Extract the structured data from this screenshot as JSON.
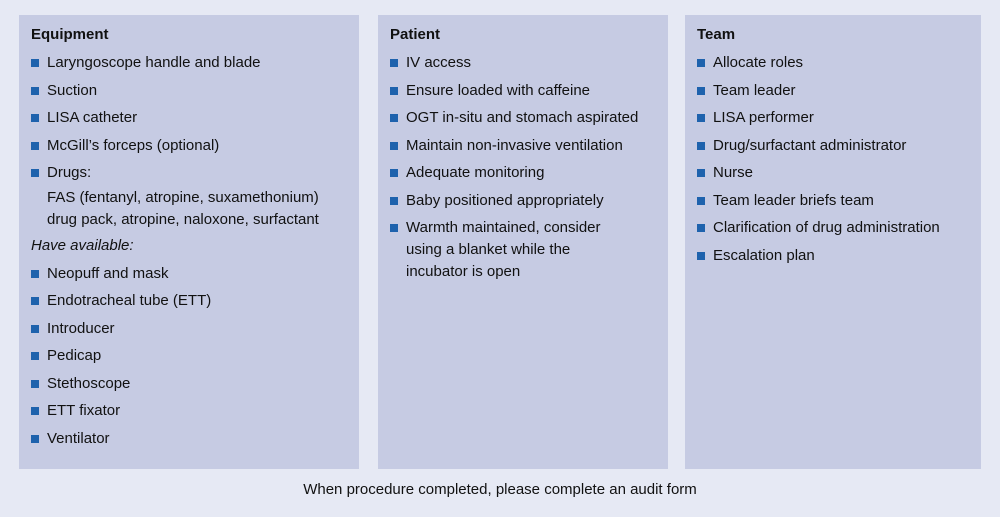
{
  "equipment": {
    "title": "Equipment",
    "items": [
      "Laryngoscope handle and blade",
      "Suction",
      "LISA catheter",
      "McGill’s forceps (optional)",
      "Drugs:"
    ],
    "drugs_detail": [
      "FAS (fentanyl, atropine, suxamethonium)",
      "drug pack, atropine, naloxone, surfactant"
    ],
    "have_available_label": "Have available:",
    "available_items": [
      "Neopuff and mask",
      "Endotracheal tube (ETT)",
      "Introducer",
      "Pedicap",
      "Stethoscope",
      "ETT fixator",
      "Ventilator"
    ]
  },
  "patient": {
    "title": "Patient",
    "items": [
      "IV access",
      "Ensure loaded with caffeine",
      "OGT in-situ and stomach aspirated",
      "Maintain non-invasive ventilation",
      "Adequate monitoring",
      "Baby positioned appropriately",
      [
        "Warmth maintained, consider",
        "using a blanket while the",
        "incubator is open"
      ]
    ]
  },
  "team": {
    "title": "Team",
    "items": [
      "Allocate roles",
      "Team leader",
      "LISA performer",
      "Drug/surfactant administrator",
      "Nurse",
      "Team leader briefs team",
      "Clarification of drug administration",
      "Escalation plan"
    ]
  },
  "footer": "When procedure completed, please complete an audit form",
  "colors": {
    "panel": "#c6cbe3",
    "background": "#e6e9f4",
    "bullet": "#1e62ad"
  }
}
